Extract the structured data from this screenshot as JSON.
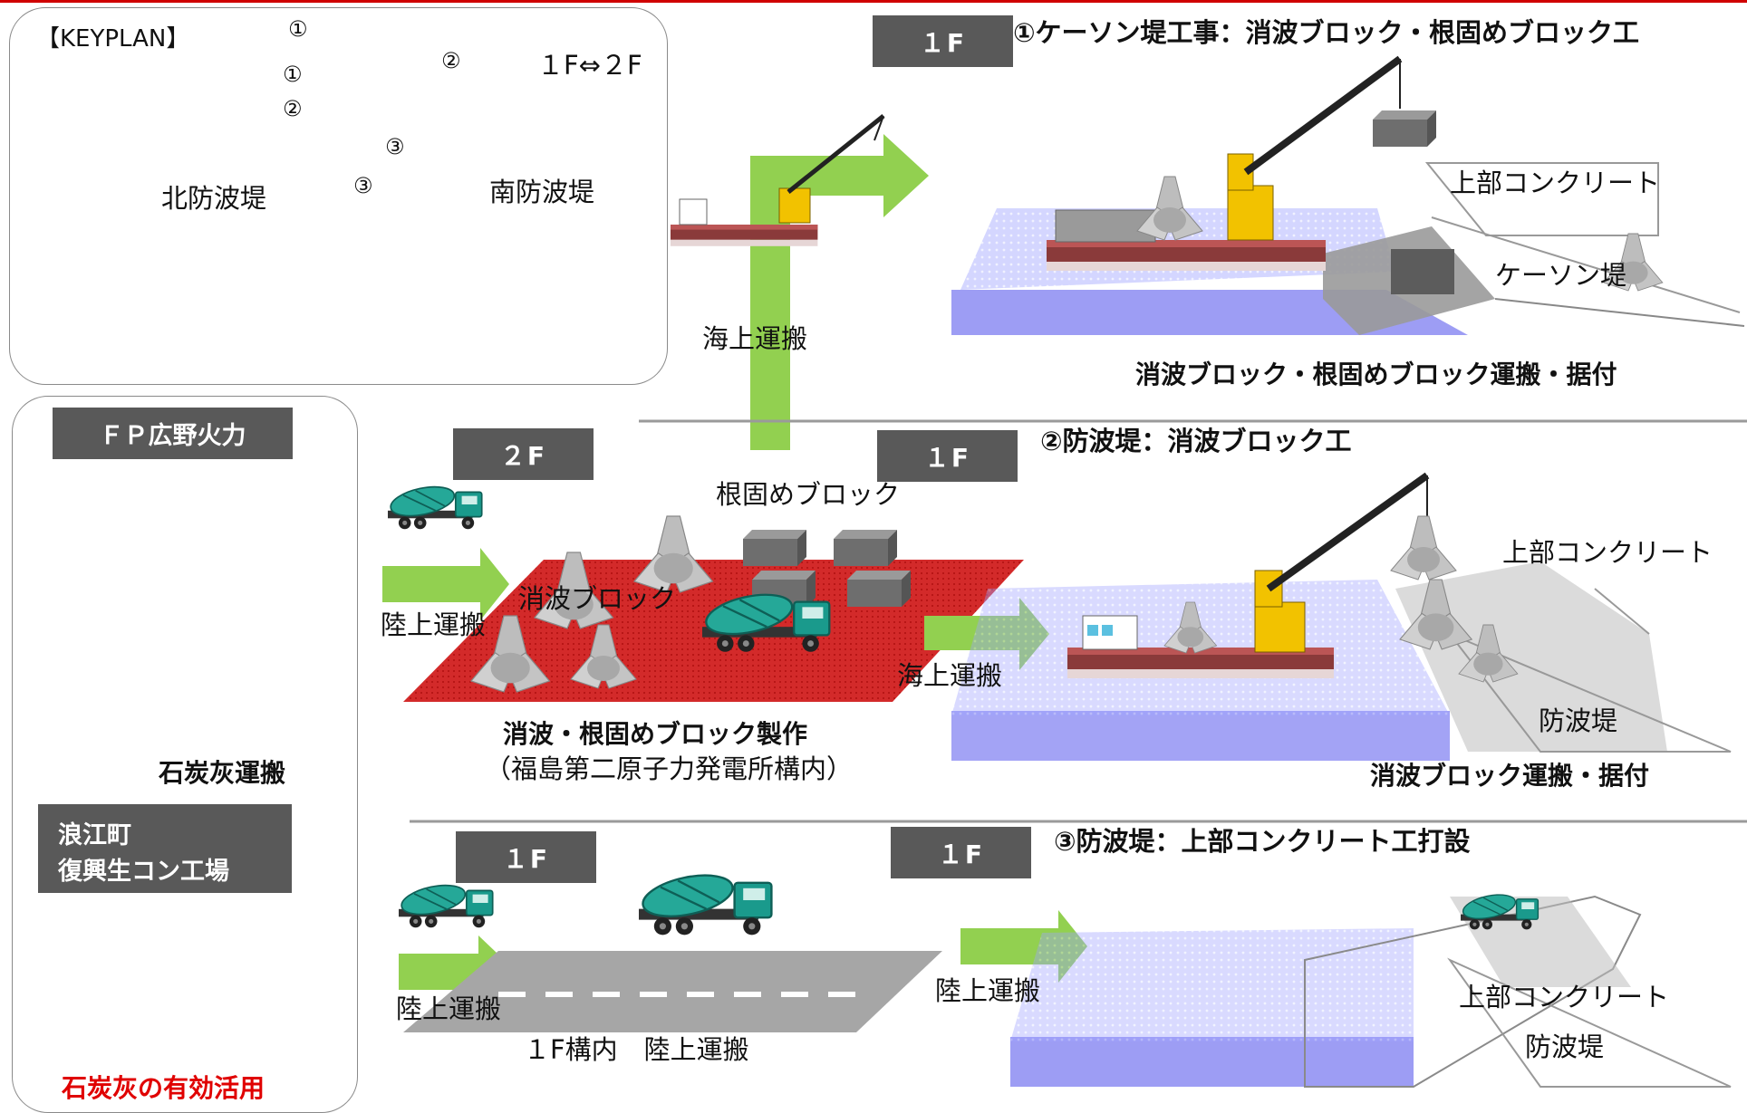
{
  "keyplan": {
    "title": "【KEYPLAN】",
    "north_breakwater": "北防波堤",
    "south_breakwater": "南防波堤",
    "marker_1": "①",
    "marker_2": "②",
    "marker_3": "③",
    "transfer": "１F⇔２F"
  },
  "sea_transport_vertical": "海上運搬",
  "section1": {
    "floor": "１F",
    "title": "①ケーソン堤工事：消波ブロック・根固めブロック工",
    "label_upper_concrete": "上部コンクリート",
    "label_caisson": "ケーソン堤",
    "caption": "消波ブロック・根固めブロック運搬・据付"
  },
  "left_panel": {
    "fp_plant": "ＦＰ広野火力",
    "ash_transport": "石炭灰運搬",
    "factory_line1": "浪江町",
    "factory_line2": "復興生コン工場",
    "footer": "石炭灰の有効活用"
  },
  "section2": {
    "floor_2f": "２F",
    "floor_1f": "１F",
    "title": "②防波堤：消波ブロック工",
    "label_root_block": "根固めブロック",
    "label_wave_block": "消波ブロック",
    "land_transport": "陸上運搬",
    "sea_transport": "海上運搬",
    "label_upper_concrete": "上部コンクリート",
    "label_breakwater": "防波堤",
    "production_caption": "消波・根固めブロック製作",
    "production_location": "（福島第二原子力発電所構内）",
    "caption": "消波ブロック運搬・据付"
  },
  "section3": {
    "floor_1f_left": "１F",
    "floor_1f_right": "１F",
    "title": "③防波堤：上部コンクリート工打設",
    "land_transport_left": "陸上運搬",
    "land_transport_right": "陸上運搬",
    "road_caption": "１F構内　陸上運搬",
    "label_upper_concrete": "上部コンクリート",
    "label_breakwater": "防波堤"
  },
  "colors": {
    "arrow_green": "#92d050",
    "badge_gray": "#595959",
    "water_blue": "#8c8cf2",
    "yard_red": "#cc2020",
    "truck_teal": "#1a9a8c",
    "crane_yellow": "#f2c200",
    "accent_red": "#e00000"
  }
}
